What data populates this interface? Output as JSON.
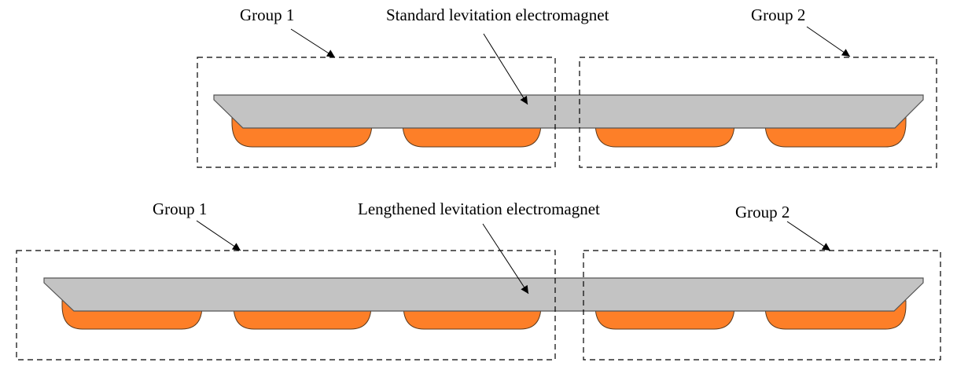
{
  "colors": {
    "core_fill": "#c3c3c3",
    "coil_fill": "#fd7f28",
    "outline": "#000000"
  },
  "diagrams": [
    {
      "id": "standard",
      "magnet_label": "Standard levitation electromagnet",
      "group_labels": [
        "Group 1",
        "Group 2"
      ],
      "coils_per_group": [
        2,
        2
      ]
    },
    {
      "id": "lengthened",
      "magnet_label": "Lengthened levitation electromagnet",
      "group_labels": [
        "Group 1",
        "Group 2"
      ],
      "coils_per_group": [
        3,
        2
      ]
    }
  ]
}
